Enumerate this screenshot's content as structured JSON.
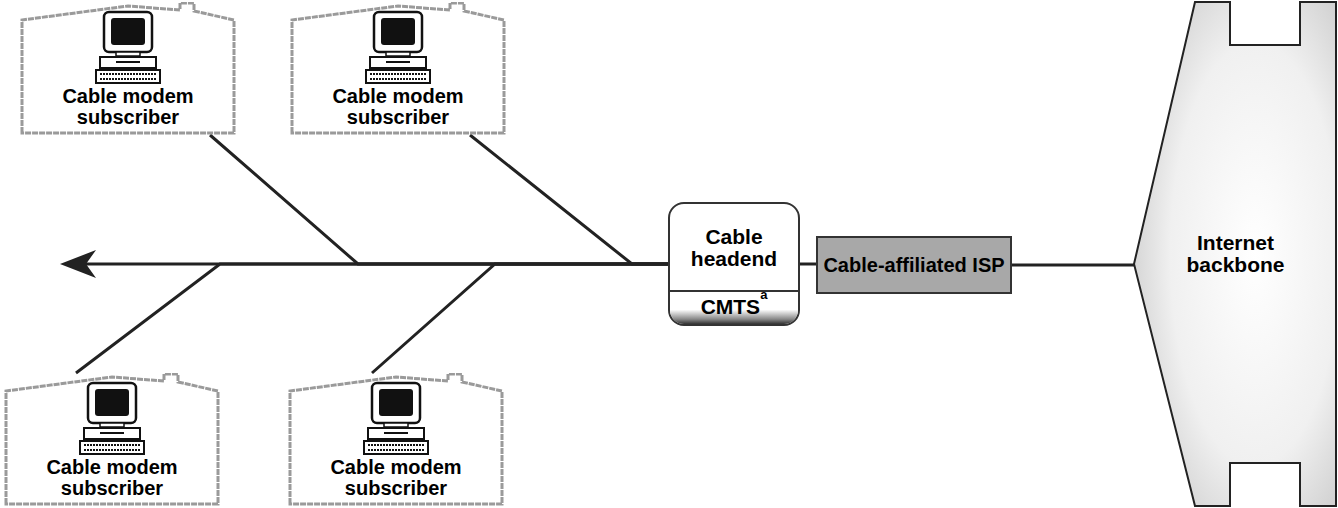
{
  "diagram": {
    "nodes": [
      {
        "text": [
          "Cable modem subscriber"
        ]
      },
      {
        "text": [
          "Cable modem subscriber"
        ]
      },
      {
        "text": [
          "Cable modem subscriber"
        ]
      },
      {
        "text": [
          "Cable modem subscriber"
        ]
      },
      {
        "text": [
          "Cable headend",
          "CMTS",
          "a"
        ]
      },
      {
        "text": [
          "Cable-affiliated ISP"
        ]
      },
      {
        "text": [
          "Internet backbone"
        ]
      }
    ],
    "edges": [
      {
        "from": 0,
        "to": 4,
        "arrow": "none"
      },
      {
        "from": 1,
        "to": 4,
        "arrow": "none"
      },
      {
        "from": 2,
        "to": 4,
        "arrow": "none"
      },
      {
        "from": 3,
        "to": 4,
        "arrow": "none"
      },
      {
        "from": 4,
        "to": 5,
        "arrow": "none"
      },
      {
        "from": 5,
        "to": 6,
        "arrow": "none"
      }
    ]
  }
}
